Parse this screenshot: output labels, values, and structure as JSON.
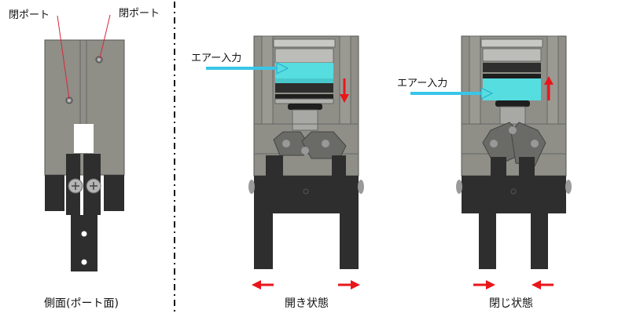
{
  "side_view": {
    "port_label_left": "閉ポート",
    "port_label_right": "閉ポート",
    "caption": "側面(ポート面)"
  },
  "open_view": {
    "air_label": "エアー入力",
    "caption": "開き状態",
    "piston_direction": "down",
    "finger_direction": "outward"
  },
  "closed_view": {
    "air_label": "エアー入力",
    "caption": "閉じ状態",
    "piston_direction": "up",
    "finger_direction": "inward"
  },
  "colors": {
    "body_gray": "#8f8f88",
    "dark": "#2e2e2e",
    "air_cyan": "#55dde0",
    "arrow_red": "#e8161b",
    "leader_red": "#d9273a"
  }
}
